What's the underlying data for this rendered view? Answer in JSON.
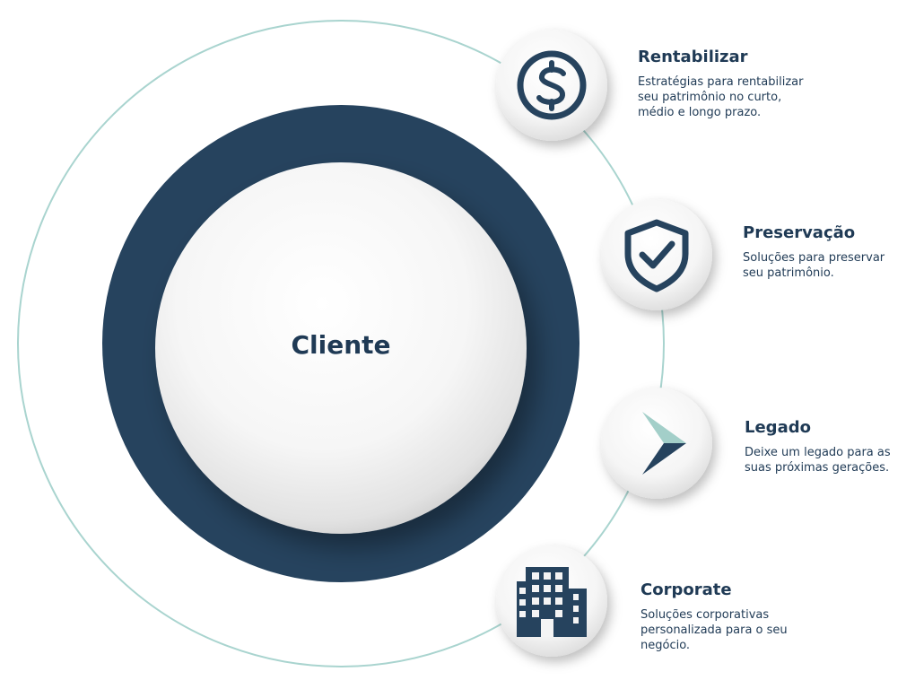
{
  "center": {
    "label": "Cliente"
  },
  "colors": {
    "navy": "#26435e",
    "orbit": "#a9d4cf",
    "accent_teal": "#a3cfc9",
    "text": "#1f3a55"
  },
  "items": [
    {
      "icon": "dollar-icon",
      "title": "Rentabilizar",
      "description": "Estratégias para rentabilizar seu patrimônio no curto, médio e longo prazo."
    },
    {
      "icon": "shield-check-icon",
      "title": "Preservação",
      "description": "Soluções para preservar seu patrimônio."
    },
    {
      "icon": "arrow-pointer-icon",
      "title": "Legado",
      "description": "Deixe um legado para as suas próximas gerações."
    },
    {
      "icon": "building-icon",
      "title": "Corporate",
      "description": "Soluções corporativas personalizada para o seu negócio."
    }
  ]
}
